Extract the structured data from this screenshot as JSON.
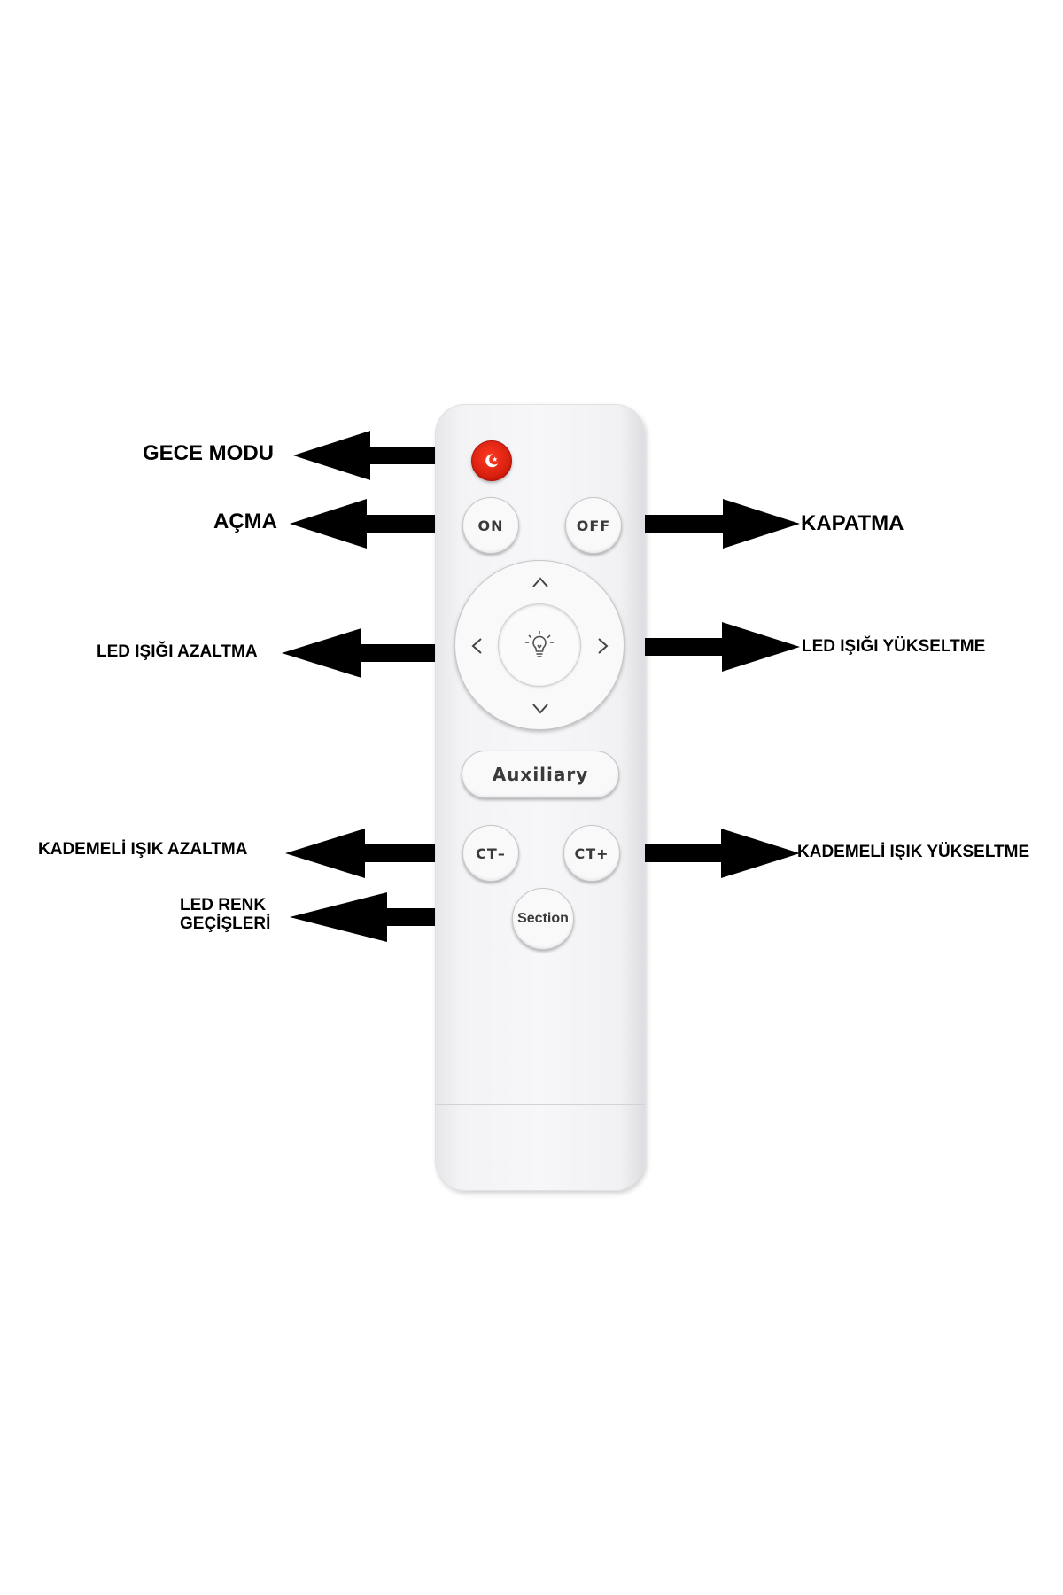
{
  "remote": {
    "buttons": {
      "night": {
        "icon": "moon-star-icon",
        "color": "#e62a16"
      },
      "on": "ON",
      "off": "OFF",
      "dpad_center_icon": "lightbulb-icon",
      "auxiliary": "Auxiliary",
      "ct_minus": "CT–",
      "ct_plus": "CT+",
      "section": "Section"
    }
  },
  "labels": {
    "night_mode": "GECE MODU",
    "power_on": "AÇMA",
    "power_off": "KAPATMA",
    "brightness_down": "LED IŞIĞI AZALTMA",
    "brightness_up": "LED IŞIĞI YÜKSELTME",
    "step_down": "KADEMELİ IŞIK AZALTMA",
    "step_up": "KADEMELİ IŞIK YÜKSELTME",
    "color_cycle_line1": "LED RENK",
    "color_cycle_line2": "GEÇİŞLERİ"
  }
}
